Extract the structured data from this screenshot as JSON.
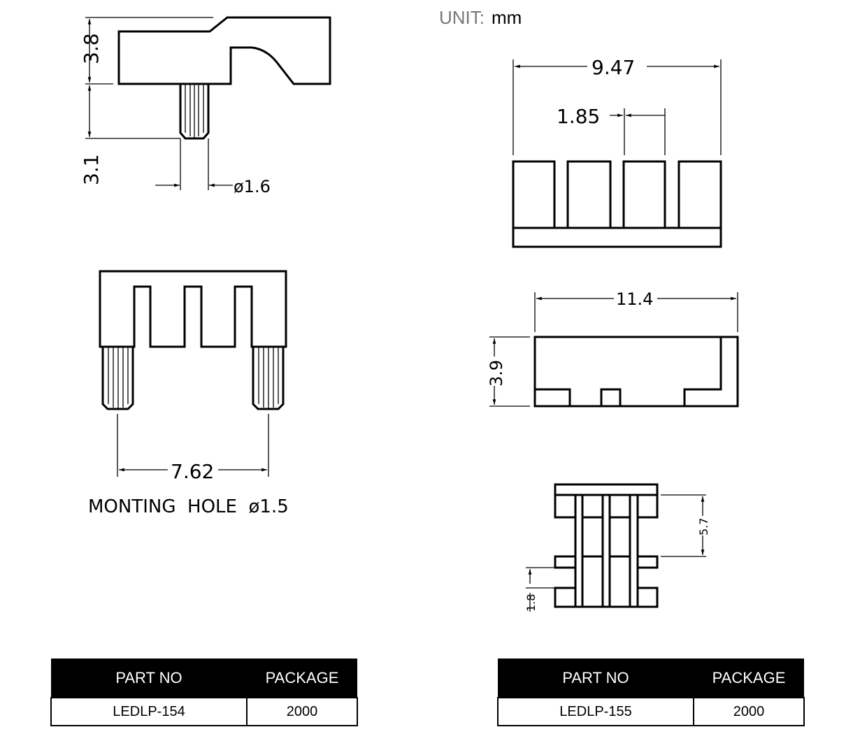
{
  "unit": {
    "label": "UNIT:",
    "value": "mm"
  },
  "dimensions": {
    "top_height": "3.8",
    "pin_length": "3.1",
    "pin_diameter": "ø1.6",
    "pitch": "7.62",
    "mounting_hole": "MONTING  HOLE  ø1.5",
    "width": "9.47",
    "slot_pitch": "1.85",
    "length": "11.4",
    "height": "3.9",
    "bottom_span": "5.7",
    "bottom_tab": "1.8"
  },
  "tables": [
    {
      "headers": [
        "PART NO",
        "PACKAGE"
      ],
      "row": [
        "LEDLP-154",
        "2000"
      ]
    },
    {
      "headers": [
        "PART NO",
        "PACKAGE"
      ],
      "row": [
        "LEDLP-155",
        "2000"
      ]
    }
  ]
}
